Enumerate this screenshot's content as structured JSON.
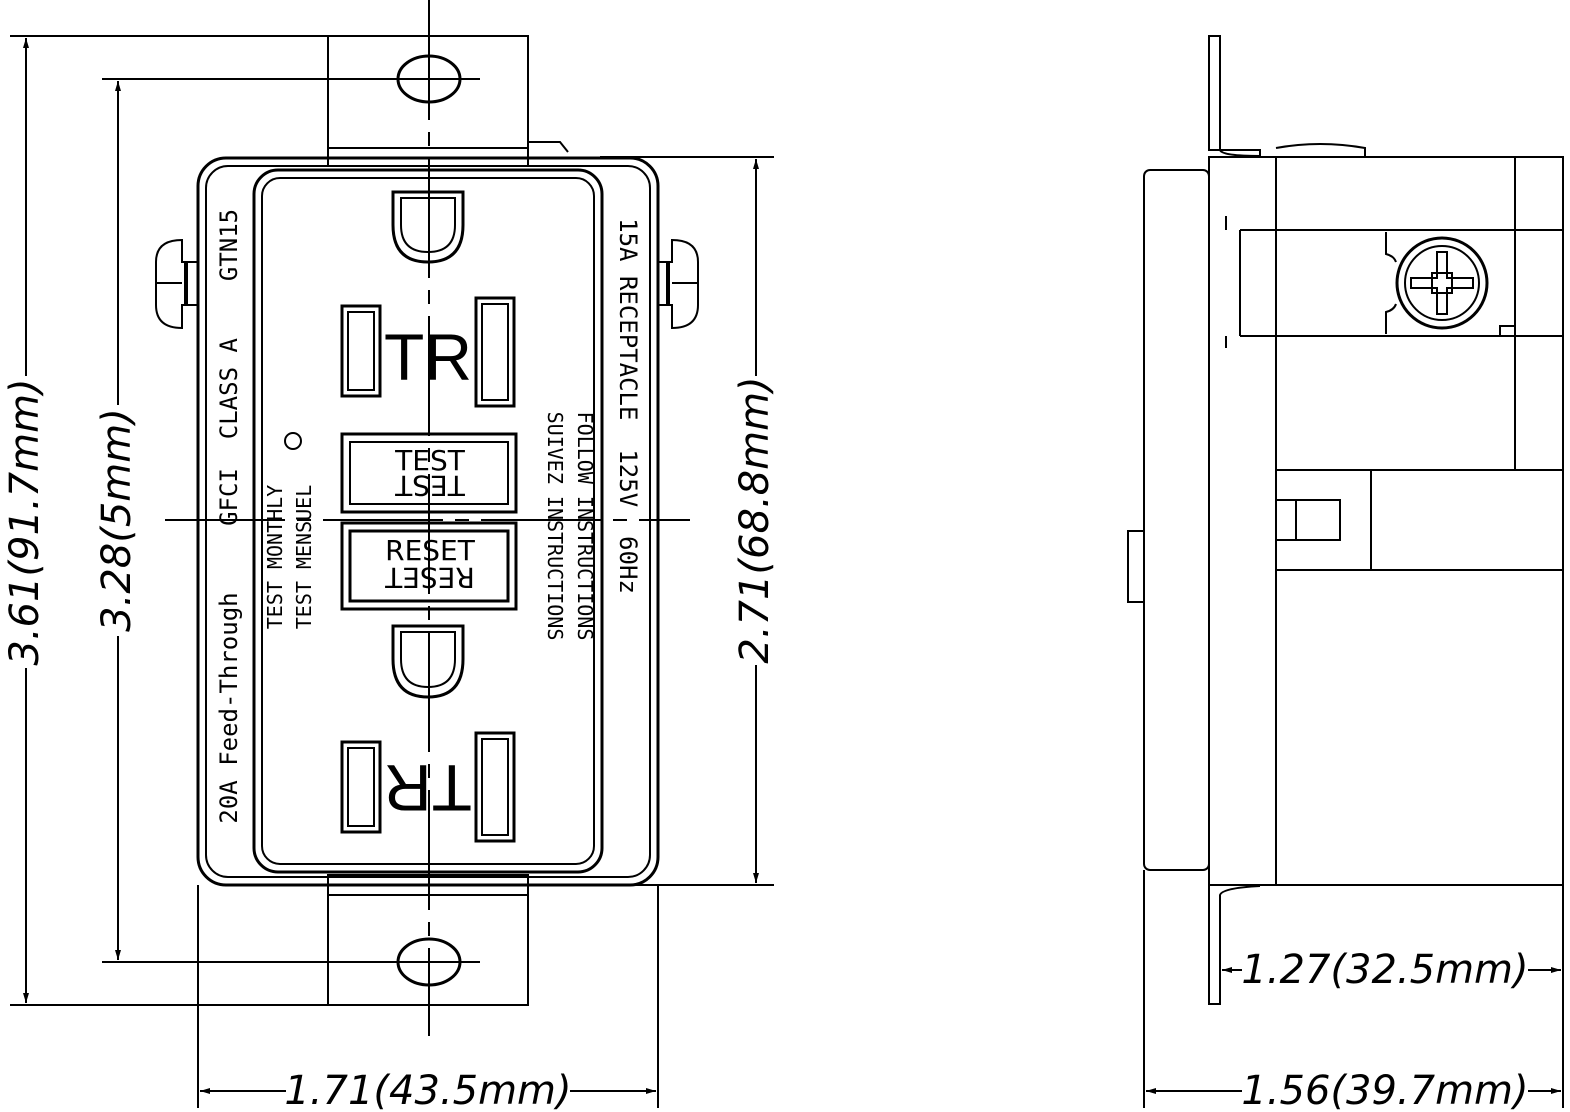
{
  "dimensions": {
    "overall_height": "3.61(91.7mm)",
    "mounting_hole_spacing": "3.28(5mm)",
    "face_height": "2.71(68.8mm)",
    "face_width": "1.71(43.5mm)",
    "depth_body": "1.27(32.5mm)",
    "depth_overall": "1.56(39.7mm)"
  },
  "face_labels": {
    "model": "GTN15",
    "class": "GFCI  CLASS A",
    "feed_through": "20A Feed-Through",
    "rating": "15A RECEPTACLE  125V  60Hz",
    "test_monthly": "TEST MONTHLY",
    "test_mensuel": "TEST MENSUEL",
    "follow_instructions": "FOLLOW INSTRUCTIONS",
    "suivez_instructions": "SUIVEZ INSTRUCTIONS"
  },
  "buttons": {
    "test": "TEST",
    "reset": "RESET"
  },
  "tamper_resistant_mark": "TR"
}
